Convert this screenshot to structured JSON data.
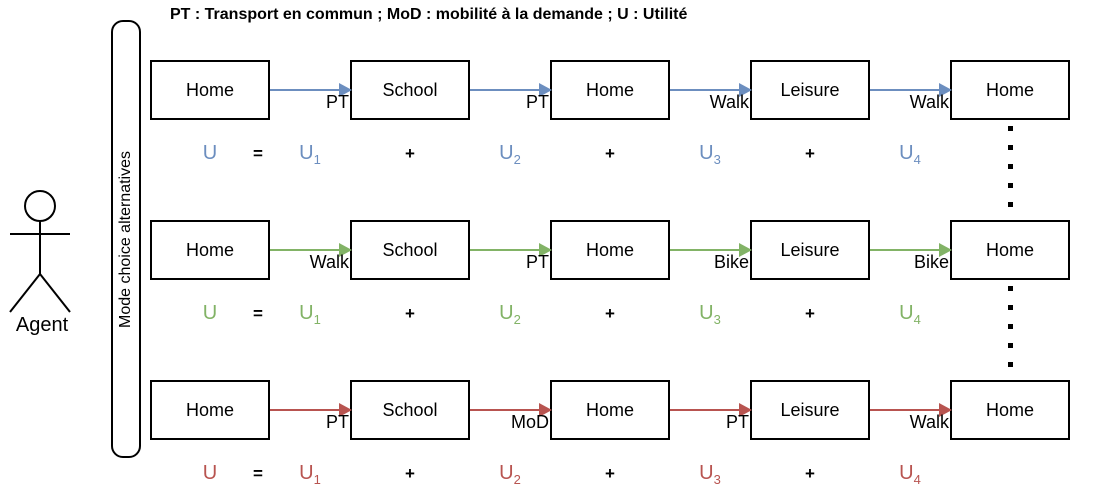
{
  "legend": "PT : Transport en commun ; MoD : mobilité à la demande ; U : Utilité",
  "agent": {
    "label": "Agent"
  },
  "sidebar": {
    "label": "Mode choice alternatives"
  },
  "colors": {
    "alt1_blue": "#6c8ebf",
    "alt2_green": "#82b366",
    "alt3_red": "#b85450",
    "box_border": "#000000",
    "text": "#000000"
  },
  "alternatives": [
    {
      "name": "alternative-1",
      "color": "#6c8ebf",
      "activities": [
        "Home",
        "School",
        "Home",
        "Leisure",
        "Home"
      ],
      "modes": [
        "PT",
        "PT",
        "Walk",
        "Walk"
      ]
    },
    {
      "name": "alternative-2",
      "color": "#82b366",
      "activities": [
        "Home",
        "School",
        "Home",
        "Leisure",
        "Home"
      ],
      "modes": [
        "Walk",
        "PT",
        "Bike",
        "Bike"
      ]
    },
    {
      "name": "alternative-3",
      "color": "#b85450",
      "activities": [
        "Home",
        "School",
        "Home",
        "Leisure",
        "Home"
      ],
      "modes": [
        "PT",
        "MoD",
        "PT",
        "Walk"
      ]
    }
  ],
  "equation": {
    "lhs": "U",
    "equals": "=",
    "plus": "+",
    "terms": [
      {
        "base": "U",
        "sub": "1"
      },
      {
        "base": "U",
        "sub": "2"
      },
      {
        "base": "U",
        "sub": "3"
      },
      {
        "base": "U",
        "sub": "4"
      }
    ]
  }
}
